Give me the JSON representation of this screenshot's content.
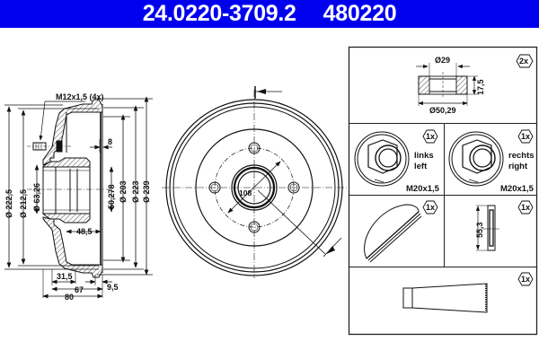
{
  "header": {
    "part_number": "24.0220-3709.2",
    "ref_number": "480220",
    "background_color": "#0000ee"
  },
  "side_view": {
    "bolt_label": "M12x1,5 (4x)",
    "dims_vertical": [
      "Ø 222,5",
      "Ø 212,5",
      "Ø 63,26",
      "50,278",
      "Ø 203",
      "Ø 223",
      "Ø 239"
    ],
    "dim_8": "8",
    "dim_48_5": "48,5",
    "dim_31_5": "31,5",
    "dim_67": "67",
    "dim_9_5": "9,5",
    "dim_80": "80"
  },
  "front_view": {
    "pcd_label": "108"
  },
  "parts": {
    "bearing": {
      "qty": "2x",
      "inner_dia": "Ø29",
      "outer_dia": "Ø50,29",
      "height": "17,5"
    },
    "nut_left": {
      "qty": "1x",
      "label_de": "links",
      "label_en": "left",
      "thread": "M20x1,5"
    },
    "nut_right": {
      "qty": "1x",
      "label_de": "rechts",
      "label_en": "right",
      "thread": "M20x1,5"
    },
    "cap": {
      "qty": "1x"
    },
    "seal": {
      "qty": "1x",
      "dim": "55,3"
    },
    "grease_tube": {
      "qty": "1x"
    }
  }
}
